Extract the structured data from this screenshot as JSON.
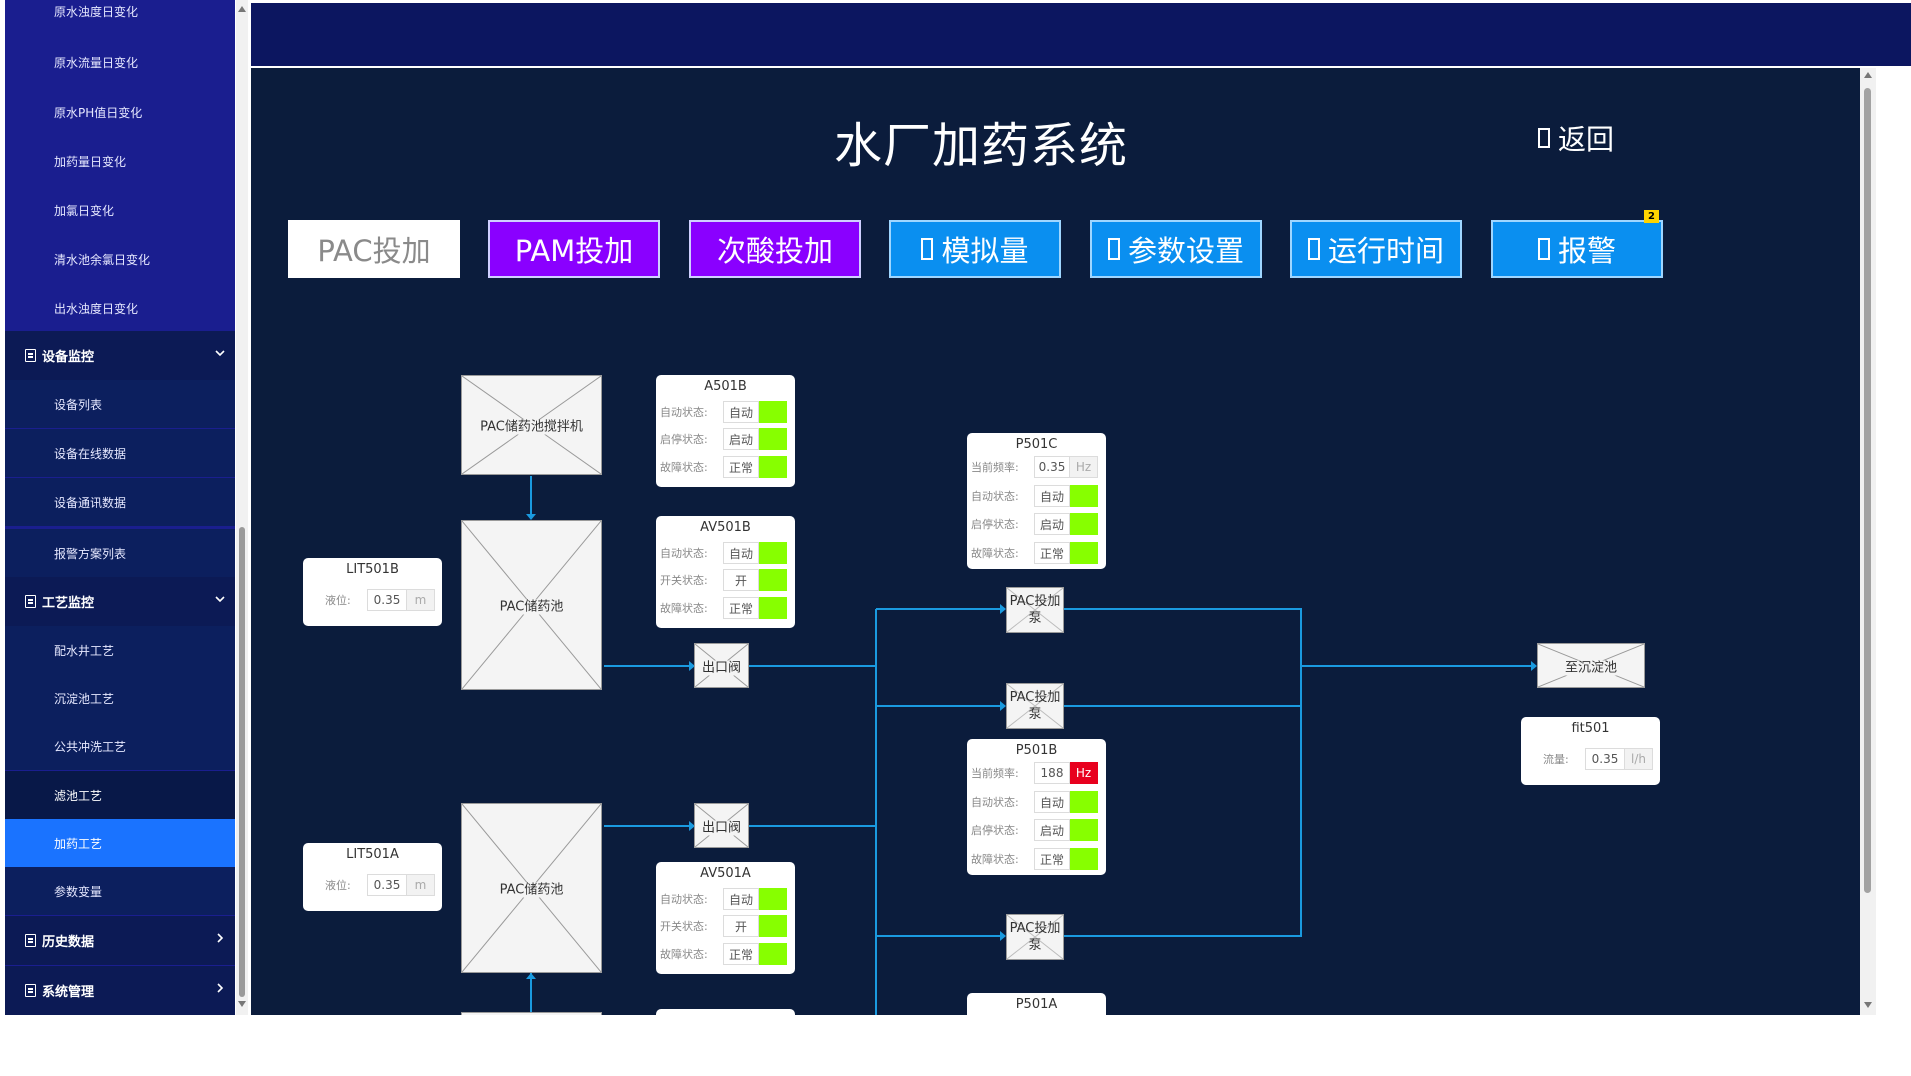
{
  "sidebar": {
    "items_top": [
      "原水浊度日变化",
      "原水流量日变化",
      "原水PH值日变化",
      "加药量日变化",
      "加氯日变化",
      "清水池余氯日变化",
      "出水浊度日变化"
    ],
    "group_equipment": "设备监控",
    "items_equipment": [
      "设备列表",
      "设备在线数据",
      "设备通讯数据",
      "报警方案列表"
    ],
    "group_process": "工艺监控",
    "items_process": [
      "配水井工艺",
      "沉淀池工艺",
      "公共冲洗工艺",
      "滤池工艺",
      "加药工艺",
      "参数变量"
    ],
    "group_history": "历史数据",
    "group_system": "系统管理"
  },
  "header": {
    "title": "水厂加药系统",
    "back": "返回"
  },
  "tabs": [
    "PAC投加",
    "PAM投加",
    "次酸投加",
    "模拟量",
    "参数设置",
    "运行时间",
    "报警"
  ],
  "alarm_count": "2",
  "diagram": {
    "mixer": "PAC储药池搅拌机",
    "tank_b": "PAC储药池",
    "tank_a": "PAC储药池",
    "outlet_valve_b": "出口阀",
    "outlet_valve_a": "出口阀",
    "to_sedimentation": "至沉淀池",
    "pump_label_line1": "PAC投加",
    "pump_label_line2": "泵",
    "a501b": {
      "title": "A501B",
      "rows": [
        {
          "label": "自动状态:",
          "value": "自动"
        },
        {
          "label": "启停状态:",
          "value": "启动"
        },
        {
          "label": "故障状态:",
          "value": "正常"
        }
      ]
    },
    "av501b": {
      "title": "AV501B",
      "rows": [
        {
          "label": "自动状态:",
          "value": "自动"
        },
        {
          "label": "开关状态:",
          "value": "开"
        },
        {
          "label": "故障状态:",
          "value": "正常"
        }
      ]
    },
    "av501a": {
      "title": "AV501A",
      "rows": [
        {
          "label": "自动状态:",
          "value": "自动"
        },
        {
          "label": "开关状态:",
          "value": "开"
        },
        {
          "label": "故障状态:",
          "value": "正常"
        }
      ]
    },
    "lit501b": {
      "title": "LIT501B",
      "label": "液位:",
      "value": "0.35",
      "unit": "m"
    },
    "lit501a": {
      "title": "LIT501A",
      "label": "液位:",
      "value": "0.35",
      "unit": "m"
    },
    "p501c": {
      "title": "P501C",
      "freq_label": "当前频率:",
      "freq_value": "0.35",
      "freq_unit": "Hz",
      "rows": [
        {
          "label": "自动状态:",
          "value": "自动"
        },
        {
          "label": "启停状态:",
          "value": "启动"
        },
        {
          "label": "故障状态:",
          "value": "正常"
        }
      ]
    },
    "p501b": {
      "title": "P501B",
      "freq_label": "当前频率:",
      "freq_value": "188",
      "freq_unit": "Hz",
      "rows": [
        {
          "label": "自动状态:",
          "value": "自动"
        },
        {
          "label": "启停状态:",
          "value": "启动"
        },
        {
          "label": "故障状态:",
          "value": "正常"
        }
      ]
    },
    "p501a": {
      "title": "P501A"
    },
    "fit501": {
      "title": "fit501",
      "label": "流量:",
      "value": "0.35",
      "unit": "l/h"
    }
  },
  "colors": {
    "sidebar": "#1a1e8f",
    "active": "#1a73ff",
    "panel": "#0b1c3c",
    "pipe": "#1a9ae0",
    "indicator": "#87ff00",
    "alert": "#e8001e",
    "tab_purple": "#8a00ff",
    "tab_blue": "#0a8ff0"
  }
}
